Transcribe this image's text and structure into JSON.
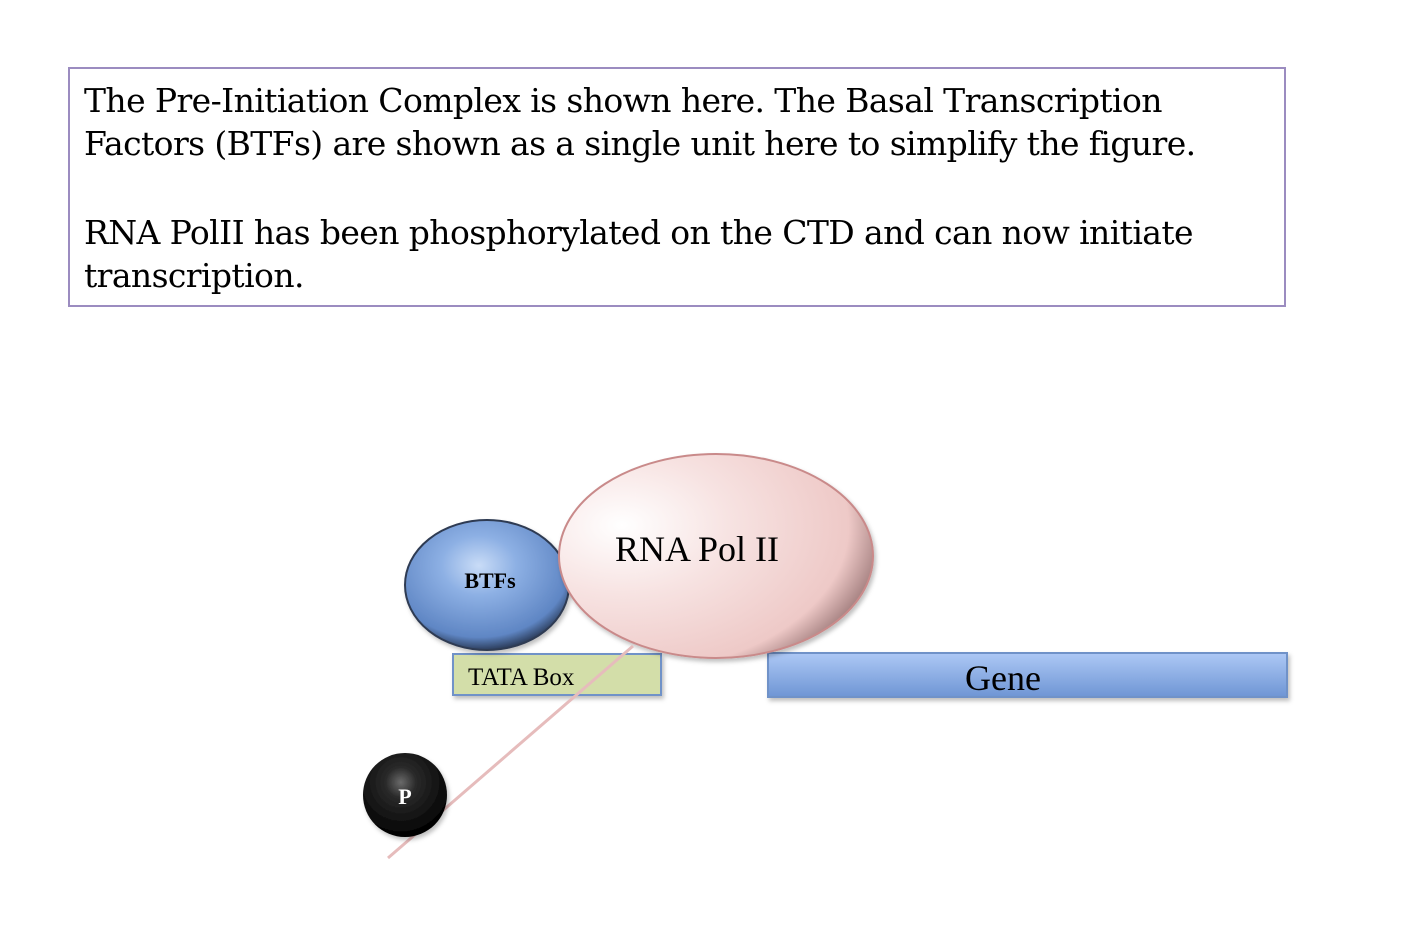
{
  "caption": {
    "paragraph_1": "The Pre-Initiation Complex is shown here. The Basal Transcription Factors (BTFs) are shown as a single unit here to simplify the figure.",
    "paragraph_2": "RNA PolII has been phosphorylated on the CTD and can now initiate transcription."
  },
  "diagram": {
    "btfs_label": "BTFs",
    "rna_pol_label": "RNA Pol II",
    "tata_box_label": "TATA Box",
    "gene_label": "Gene",
    "phosphate_label": "P"
  },
  "colors": {
    "caption_border": "#9b8cc0",
    "dna_line": "#6f92c8",
    "btfs_fill": "#7ea2d9",
    "rna_pol_fill": "#f2d5d3",
    "rna_pol_border": "#c98a8a",
    "tata_fill": "#d3dea9",
    "tata_border": "#6f92c8",
    "gene_fill": "#8fb0e6",
    "ctd_tail": "#e6bcbc",
    "phosphate_fill": "#111111"
  }
}
